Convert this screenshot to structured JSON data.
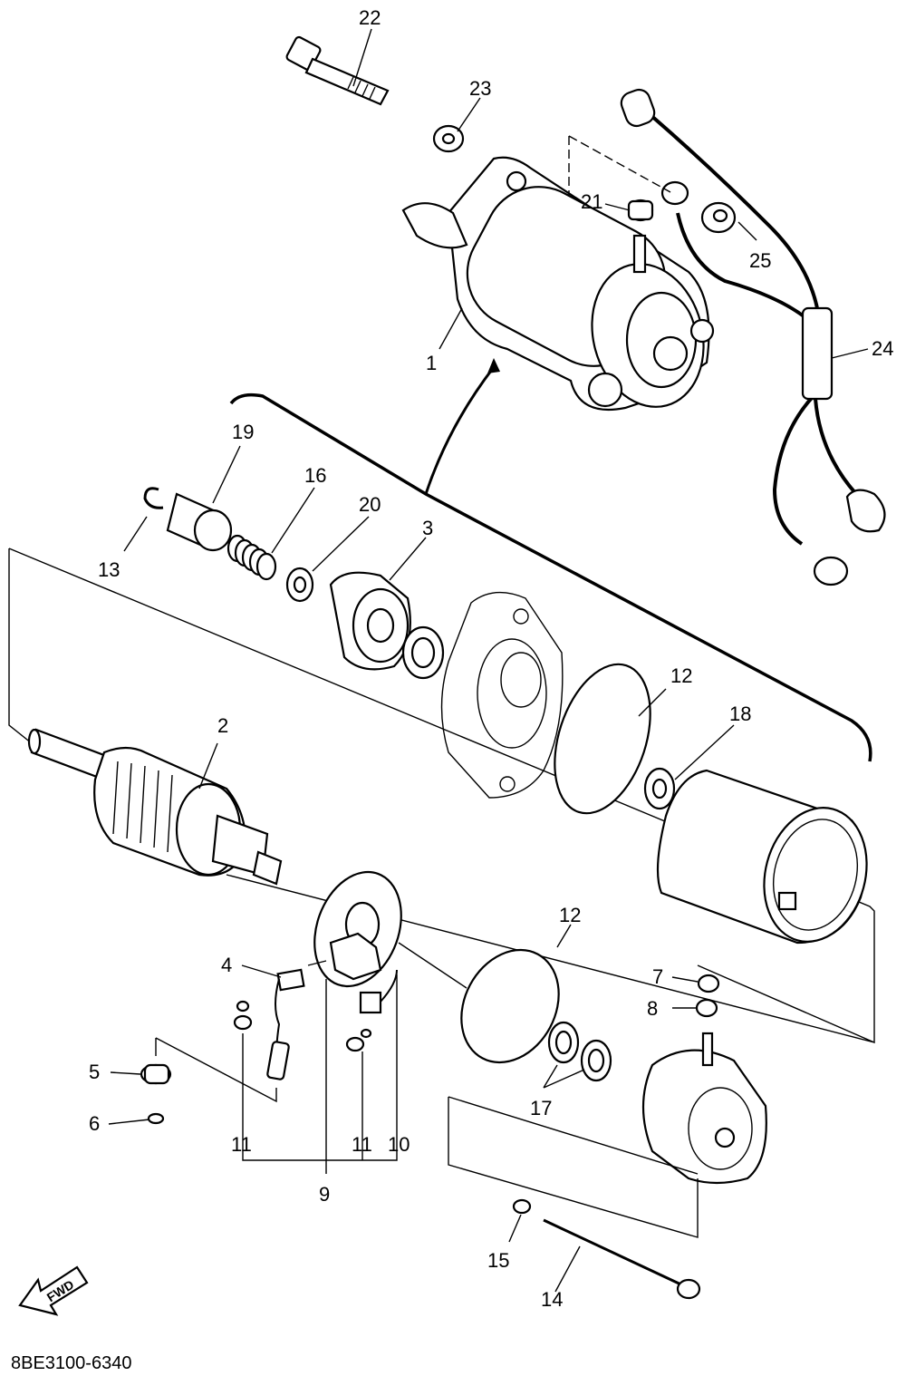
{
  "callouts": [
    "1",
    "2",
    "3",
    "4",
    "5",
    "6",
    "7",
    "8",
    "9",
    "10",
    "11",
    "11",
    "12",
    "12",
    "13",
    "14",
    "15",
    "16",
    "17",
    "18",
    "19",
    "20",
    "21",
    "22",
    "23",
    "24",
    "25"
  ],
  "footer": {
    "code": "8BE3100-6340"
  },
  "fwd": {
    "label": "FWD"
  }
}
